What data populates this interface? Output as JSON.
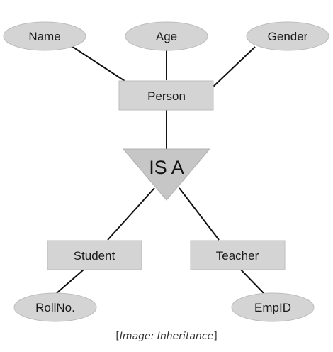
{
  "diagram": {
    "attributes": {
      "name": "Name",
      "age": "Age",
      "gender": "Gender",
      "rollno": "RollNo.",
      "empid": "EmpID"
    },
    "entities": {
      "person": "Person",
      "student": "Student",
      "teacher": "Teacher"
    },
    "isa": "IS A"
  },
  "caption": {
    "open": "[",
    "body": "Image: Inheritance",
    "close": "]"
  }
}
